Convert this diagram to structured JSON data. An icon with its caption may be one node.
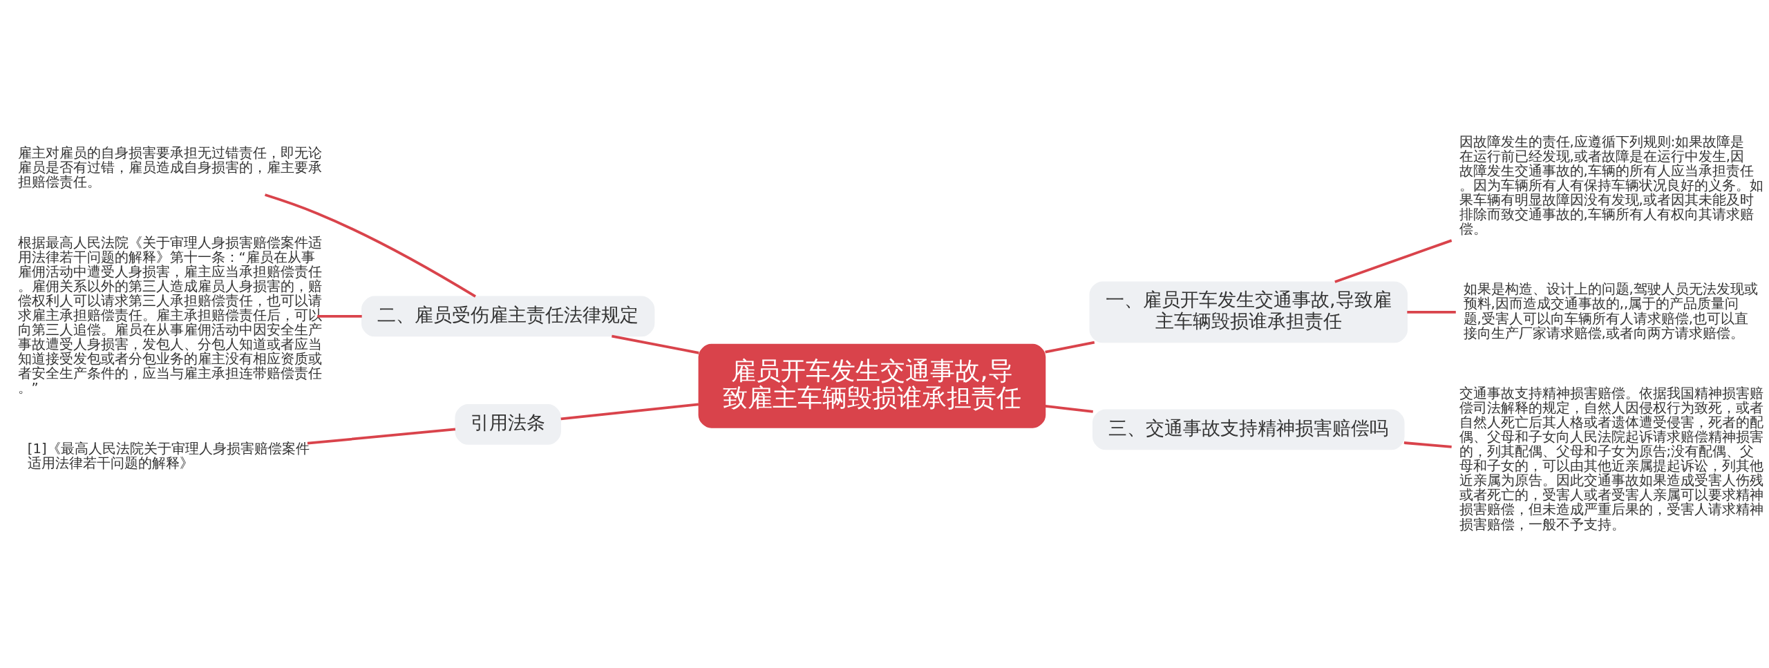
{
  "diagram": {
    "nodes": [
      {
        "text": [
          "雇员开车发生交通事故,导致雇主车辆毁损谁承担责任"
        ]
      },
      {
        "text": [
          "一、雇员开车发生交通事故,导致雇主车辆毁损谁承担责任"
        ]
      },
      {
        "text": [
          "因故障发生的责任,应遵循下列规则:如果故障是在运行前已经发现,或者故障是在运行中发生,因故障发生交通事故的,车辆的所有人应当承担责任。因为车辆所有人有保持车辆状况良好的义务。如果车辆有明显故障因没有发现,或者因其未能及时排除而致交通事故的,车辆所有人有权向其请求赔偿。"
        ]
      },
      {
        "text": [
          "如果是构造、设计上的问题,驾驶人员无法发现或预料,因而造成交通事故的,,属于的产品质量问题,受害人可以向车辆所有人请求赔偿,也可以直接向生产厂家请求赔偿,或者向两方请求赔偿。"
        ]
      },
      {
        "text": [
          "三、交通事故支持精神损害赔偿吗"
        ]
      },
      {
        "text": [
          "交通事故支持精神损害赔偿。依据我国精神损害赔偿司法解释的规定，自然人因侵权行为致死，或者自然人死亡后其人格或者遗体遭受侵害，死者的配偶、父母和子女向人民法院起诉请求赔偿精神损害的，列其配偶、父母和子女为原告;没有配偶、父母和子女的，可以由其他近亲属提起诉讼，列其他近亲属为原告。因此交通事故如果造成受害人伤残或者死亡的，受害人或者受害人亲属可以要求精神损害赔偿，但未造成严重后果的，受害人请求精神损害赔偿，一般不予支持。"
        ]
      },
      {
        "text": [
          "二、雇员受伤雇主责任法律规定"
        ]
      },
      {
        "text": [
          "雇主对雇员的自身损害要承担无过错责任，即无论雇员是否有过错，雇员造成自身损害的，雇主要承担赔偿责任。"
        ]
      },
      {
        "text": [
          "根据最高人民法院《关于审理人身损害赔偿案件适用法律若干问题的解释》第十一条：“雇员在从事雇佣活动中遭受人身损害，雇主应当承担赔偿责任。雇佣关系以外的第三人造成雇员人身损害的，赔偿权利人可以请求第三人承担赔偿责任，也可以请求雇主承担赔偿责任。雇主承担赔偿责任后，可以向第三人追偿。雇员在从事雇佣活动中因安全生产事故遭受人身损害，发包人、分包人知道或者应当知道接受发包或者分包业务的雇主没有相应资质或者安全生产条件的，应当与雇主承担连带赔偿责任。”"
        ]
      },
      {
        "text": [
          "引用法条"
        ]
      },
      {
        "text": [
          "[1]《最高人民法院关于审理人身损害赔偿案件适用法律若干问题的解释》"
        ]
      }
    ],
    "edges": [
      {
        "from": 0,
        "to": 1,
        "arrow": "none"
      },
      {
        "from": 1,
        "to": 2,
        "arrow": "none"
      },
      {
        "from": 1,
        "to": 3,
        "arrow": "none"
      },
      {
        "from": 0,
        "to": 4,
        "arrow": "none"
      },
      {
        "from": 4,
        "to": 5,
        "arrow": "none"
      },
      {
        "from": 0,
        "to": 6,
        "arrow": "none"
      },
      {
        "from": 6,
        "to": 7,
        "arrow": "none"
      },
      {
        "from": 6,
        "to": 8,
        "arrow": "none"
      },
      {
        "from": 0,
        "to": 9,
        "arrow": "none"
      },
      {
        "from": 9,
        "to": 10,
        "arrow": "none"
      }
    ]
  }
}
